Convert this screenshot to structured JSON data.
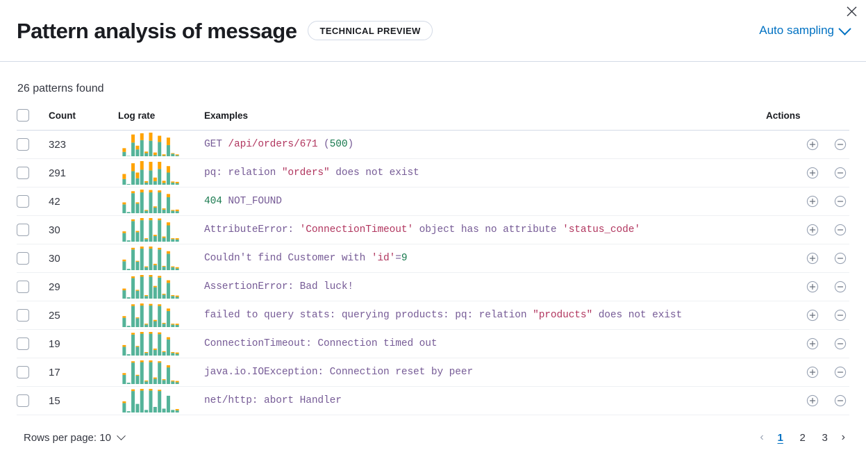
{
  "header": {
    "title": "Pattern analysis of message",
    "badge": "TECHNICAL PREVIEW",
    "sampling_label": "Auto sampling",
    "sampling_icon": "chevron-down-icon",
    "close_icon": "close-icon"
  },
  "summary": {
    "patterns_found": "26 patterns found"
  },
  "table": {
    "columns": {
      "select_all": "",
      "count": "Count",
      "log_rate": "Log rate",
      "examples": "Examples",
      "actions": "Actions"
    },
    "action_icons": {
      "filter_for": "plus-in-circle-icon",
      "filter_out": "minus-in-circle-icon"
    },
    "rows": [
      {
        "count": "323",
        "example": "GET /api/orders/671 (500)",
        "tokens": [
          {
            "t": "GET ",
            "c": "t-pun"
          },
          {
            "t": "/api/orders/671 ",
            "c": "t-str"
          },
          {
            "t": "(",
            "c": "t-pun"
          },
          {
            "t": "500",
            "c": "t-num"
          },
          {
            "t": ")",
            "c": "t-pun"
          }
        ],
        "spark": {
          "teal": [
            0,
            14,
            1,
            44,
            22,
            52,
            10,
            50,
            4,
            46,
            2,
            36,
            8,
            3,
            0
          ],
          "orange": [
            0,
            12,
            0,
            26,
            12,
            22,
            5,
            26,
            8,
            20,
            4,
            24,
            2,
            3,
            0
          ]
        }
      },
      {
        "count": "291",
        "example": "pq: relation \"orders\" does not exist",
        "tokens": [
          {
            "t": "pq: relation ",
            "c": "t-pun"
          },
          {
            "t": "\"orders\"",
            "c": "t-str"
          },
          {
            "t": " does not exist",
            "c": "t-pun"
          }
        ],
        "spark": {
          "teal": [
            0,
            16,
            2,
            38,
            18,
            42,
            6,
            40,
            10,
            44,
            5,
            34,
            6,
            4,
            0
          ],
          "orange": [
            0,
            14,
            0,
            22,
            16,
            24,
            4,
            24,
            10,
            20,
            6,
            18,
            3,
            4,
            0
          ]
        }
      },
      {
        "count": "42",
        "example": "404 NOT_FOUND",
        "tokens": [
          {
            "t": "404",
            "c": "t-num"
          },
          {
            "t": " NOT_FOUND",
            "c": "t-pun"
          }
        ],
        "spark": {
          "teal": [
            0,
            22,
            3,
            50,
            24,
            52,
            6,
            52,
            14,
            52,
            9,
            40,
            6,
            5,
            0
          ],
          "orange": [
            0,
            5,
            0,
            5,
            3,
            7,
            2,
            6,
            3,
            5,
            3,
            8,
            2,
            4,
            0
          ]
        }
      },
      {
        "count": "30",
        "example": "AttributeError: 'ConnectionTimeout' object has no attribute 'status_code'",
        "tokens": [
          {
            "t": "AttributeError: ",
            "c": "t-pun"
          },
          {
            "t": "'ConnectionTimeout'",
            "c": "t-str"
          },
          {
            "t": " object has no attribute ",
            "c": "t-pun"
          },
          {
            "t": "'status_code'",
            "c": "t-str"
          }
        ],
        "spark": {
          "teal": [
            0,
            20,
            3,
            48,
            22,
            50,
            6,
            50,
            13,
            50,
            9,
            38,
            6,
            5,
            0
          ],
          "orange": [
            0,
            4,
            0,
            4,
            3,
            5,
            2,
            5,
            3,
            4,
            3,
            7,
            2,
            3,
            0
          ]
        }
      },
      {
        "count": "30",
        "example": "Couldn't find Customer with 'id'=9",
        "tokens": [
          {
            "t": "Couldn't find Customer with ",
            "c": "t-pun"
          },
          {
            "t": "'id'",
            "c": "t-str"
          },
          {
            "t": "=",
            "c": "t-pun"
          },
          {
            "t": "9",
            "c": "t-num"
          }
        ],
        "spark": {
          "teal": [
            0,
            21,
            3,
            49,
            20,
            51,
            7,
            51,
            12,
            49,
            8,
            39,
            7,
            4,
            0
          ],
          "orange": [
            0,
            4,
            0,
            4,
            2,
            5,
            2,
            5,
            3,
            4,
            2,
            6,
            2,
            3,
            0
          ]
        }
      },
      {
        "count": "29",
        "example": "AssertionError: Bad luck!",
        "tokens": [
          {
            "t": "AssertionError: Bad luck!",
            "c": "t-pun"
          }
        ],
        "spark": {
          "teal": [
            0,
            19,
            3,
            47,
            18,
            50,
            6,
            50,
            26,
            48,
            9,
            36,
            6,
            4,
            0
          ],
          "orange": [
            0,
            4,
            0,
            4,
            2,
            4,
            2,
            4,
            3,
            4,
            2,
            6,
            2,
            3,
            0
          ]
        }
      },
      {
        "count": "25",
        "example": "failed to query stats: querying products: pq: relation \"products\" does not exist",
        "tokens": [
          {
            "t": "failed to query stats: querying products: pq: relation ",
            "c": "t-pun"
          },
          {
            "t": "\"products\"",
            "c": "t-str"
          },
          {
            "t": " does not exist",
            "c": "t-pun"
          }
        ],
        "spark": {
          "teal": [
            0,
            22,
            3,
            50,
            21,
            51,
            6,
            51,
            14,
            50,
            8,
            38,
            6,
            5,
            0
          ],
          "orange": [
            0,
            4,
            0,
            4,
            2,
            5,
            2,
            4,
            3,
            4,
            2,
            6,
            2,
            3,
            0
          ]
        }
      },
      {
        "count": "19",
        "example": "ConnectionTimeout: Connection timed out",
        "tokens": [
          {
            "t": "ConnectionTimeout: Connection timed out",
            "c": "t-pun"
          }
        ],
        "spark": {
          "teal": [
            0,
            20,
            3,
            48,
            20,
            50,
            6,
            50,
            13,
            49,
            8,
            37,
            6,
            4,
            0
          ],
          "orange": [
            0,
            4,
            0,
            4,
            2,
            4,
            2,
            4,
            3,
            4,
            2,
            5,
            2,
            3,
            0
          ]
        }
      },
      {
        "count": "17",
        "example": "java.io.IOException: Connection reset by peer",
        "tokens": [
          {
            "t": "java.io.IOException: Connection reset by peer",
            "c": "t-pun"
          }
        ],
        "spark": {
          "teal": [
            0,
            21,
            3,
            49,
            19,
            50,
            6,
            50,
            12,
            49,
            9,
            38,
            6,
            4,
            0
          ],
          "orange": [
            0,
            4,
            0,
            3,
            2,
            4,
            2,
            4,
            3,
            3,
            2,
            5,
            2,
            3,
            0
          ]
        }
      },
      {
        "count": "15",
        "example": "net/http: abort Handler",
        "tokens": [
          {
            "t": "net/http: abort Handler",
            "c": "t-pun"
          }
        ],
        "spark": {
          "teal": [
            0,
            22,
            3,
            50,
            20,
            51,
            6,
            51,
            13,
            50,
            9,
            39,
            6,
            5,
            0
          ],
          "orange": [
            0,
            4,
            0,
            4,
            0,
            4,
            0,
            4,
            0,
            3,
            0,
            0,
            0,
            3,
            0
          ]
        }
      }
    ]
  },
  "footer": {
    "rows_per_page": "Rows per page: 10",
    "rows_per_page_icon": "chevron-down-icon",
    "prev_icon": "chevron-left-icon",
    "next_icon": "chevron-right-icon",
    "pages": [
      "1",
      "2",
      "3"
    ],
    "active_page": "1"
  },
  "colors": {
    "teal": "#54b399",
    "orange": "#ffa300",
    "link": "#0071c2",
    "border": "#d3dae6",
    "row_border": "#eef0f3",
    "token_default": "#765b96",
    "token_string": "#b1365f",
    "token_number": "#18794e"
  }
}
